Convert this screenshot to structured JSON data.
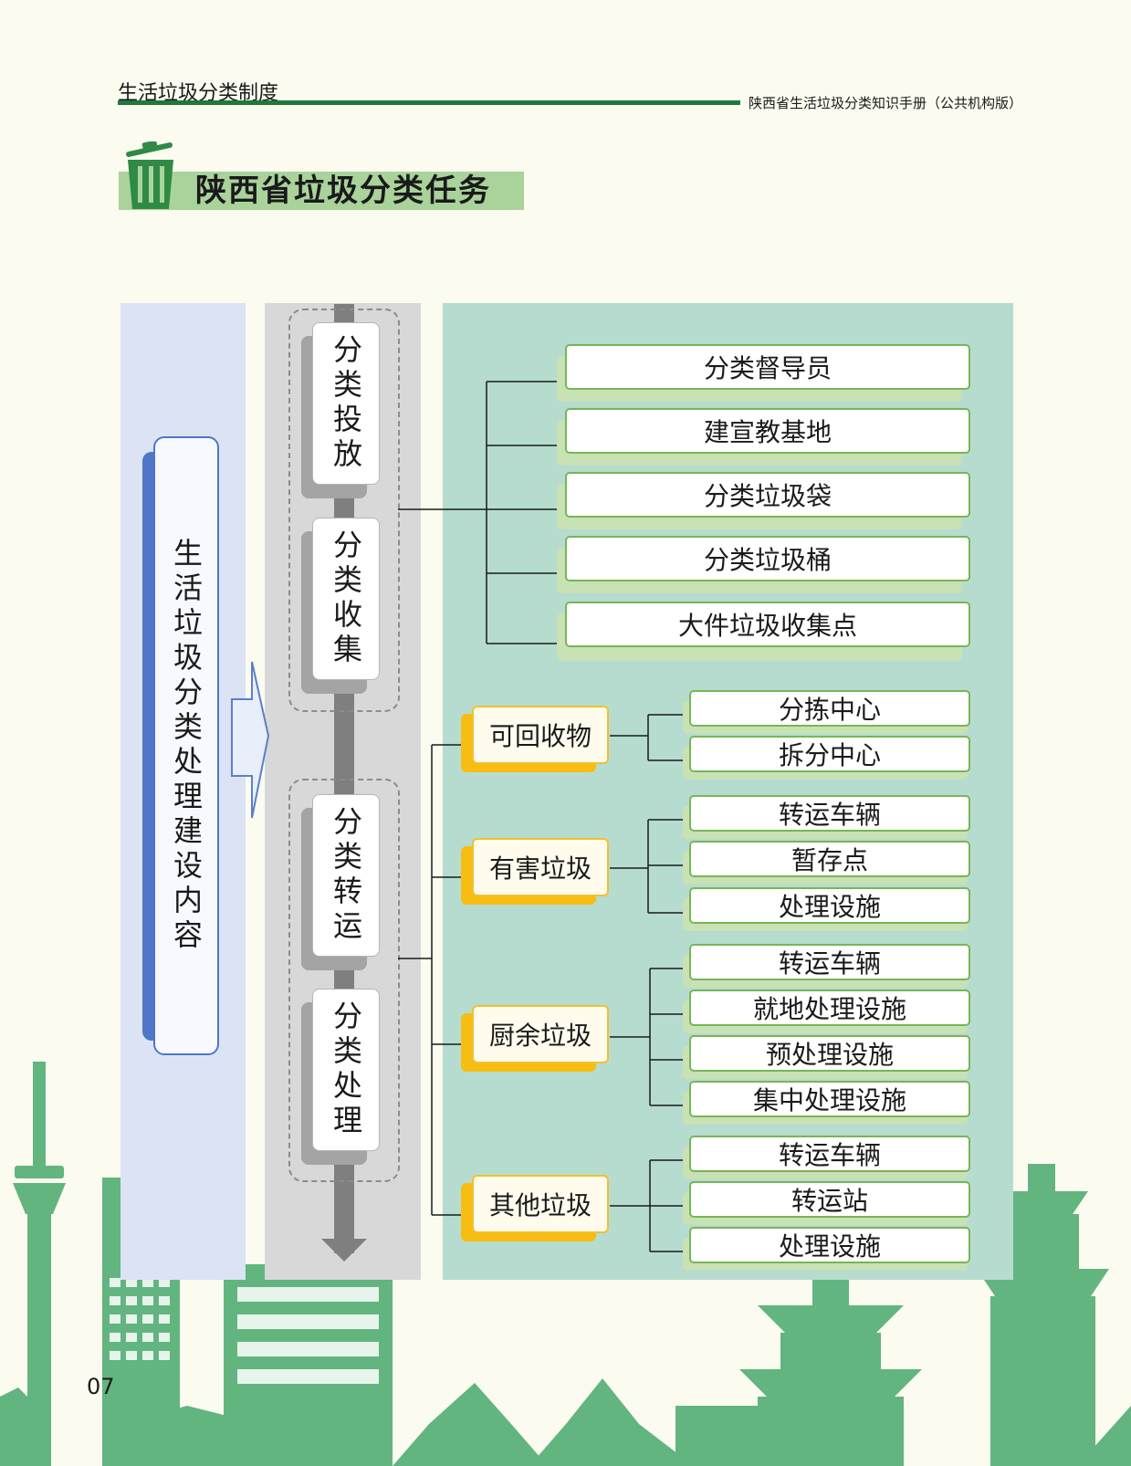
{
  "header": {
    "section": "生活垃圾分类制度",
    "manual": "陕西省生活垃圾分类知识手册（公共机构版）"
  },
  "title": "陕西省垃圾分类任务",
  "left": {
    "label": "生活垃圾分类处理建设内容"
  },
  "stages": [
    {
      "label": "分类投放"
    },
    {
      "label": "分类收集"
    },
    {
      "label": "分类转运"
    },
    {
      "label": "分类处理"
    }
  ],
  "facilities": [
    "分类督导员",
    "建宣教基地",
    "分类垃圾袋",
    "分类垃圾桶",
    "大件垃圾收集点"
  ],
  "categories": [
    {
      "name": "可回收物",
      "items": [
        "分拣中心",
        "拆分中心"
      ]
    },
    {
      "name": "有害垃圾",
      "items": [
        "转运车辆",
        "暂存点",
        "处理设施"
      ]
    },
    {
      "name": "厨余垃圾",
      "items": [
        "转运车辆",
        "就地处理设施",
        "预处理设施",
        "集中处理设施"
      ]
    },
    {
      "name": "其他垃圾",
      "items": [
        "转运车辆",
        "转运站",
        "处理设施"
      ]
    }
  ],
  "page_number": "07",
  "colors": {
    "accent_green": "#1e7a3c",
    "skyline_green": "#62b57f",
    "box_border_green": "#79b555",
    "yellow": "#f7bd12",
    "blue": "#4f76c7"
  }
}
